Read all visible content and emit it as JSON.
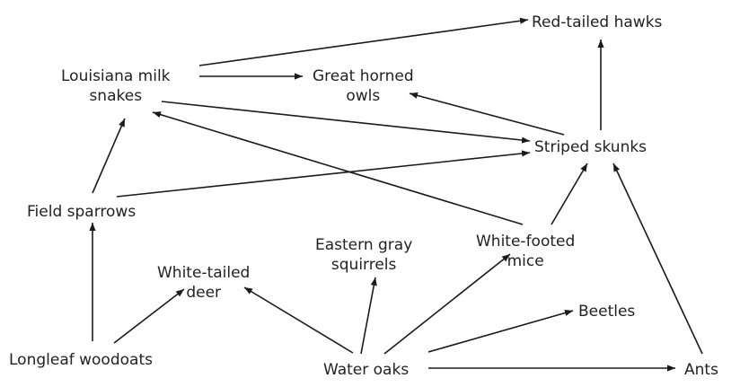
{
  "nodes": {
    "red_tailed_hawks": "Red-tailed hawks",
    "louisiana_milk_snakes": {
      "line1": "Louisiana milk",
      "line2": "snakes"
    },
    "great_horned_owls": {
      "line1": "Great horned",
      "line2": "owls"
    },
    "striped_skunks": "Striped skunks",
    "field_sparrows": "Field sparrows",
    "eastern_gray_squirrels": {
      "line1": "Eastern gray",
      "line2": "squirrels"
    },
    "white_footed_mice": {
      "line1": "White-footed",
      "line2": "mice"
    },
    "white_tailed_deer": {
      "line1": "White-tailed",
      "line2": "deer"
    },
    "beetles": "Beetles",
    "longleaf_woodoats": "Longleaf woodoats",
    "water_oaks": "Water oaks",
    "ants": "Ants"
  },
  "edges": [
    {
      "from": "louisiana_milk_snakes",
      "to": "red_tailed_hawks"
    },
    {
      "from": "louisiana_milk_snakes",
      "to": "great_horned_owls"
    },
    {
      "from": "louisiana_milk_snakes",
      "to": "striped_skunks"
    },
    {
      "from": "striped_skunks",
      "to": "red_tailed_hawks"
    },
    {
      "from": "striped_skunks",
      "to": "great_horned_owls"
    },
    {
      "from": "field_sparrows",
      "to": "louisiana_milk_snakes"
    },
    {
      "from": "field_sparrows",
      "to": "striped_skunks"
    },
    {
      "from": "white_footed_mice",
      "to": "louisiana_milk_snakes"
    },
    {
      "from": "white_footed_mice",
      "to": "striped_skunks"
    },
    {
      "from": "ants",
      "to": "striped_skunks"
    },
    {
      "from": "longleaf_woodoats",
      "to": "field_sparrows"
    },
    {
      "from": "longleaf_woodoats",
      "to": "white_tailed_deer"
    },
    {
      "from": "water_oaks",
      "to": "white_tailed_deer"
    },
    {
      "from": "water_oaks",
      "to": "eastern_gray_squirrels"
    },
    {
      "from": "water_oaks",
      "to": "white_footed_mice"
    },
    {
      "from": "water_oaks",
      "to": "beetles"
    },
    {
      "from": "water_oaks",
      "to": "ants"
    }
  ]
}
